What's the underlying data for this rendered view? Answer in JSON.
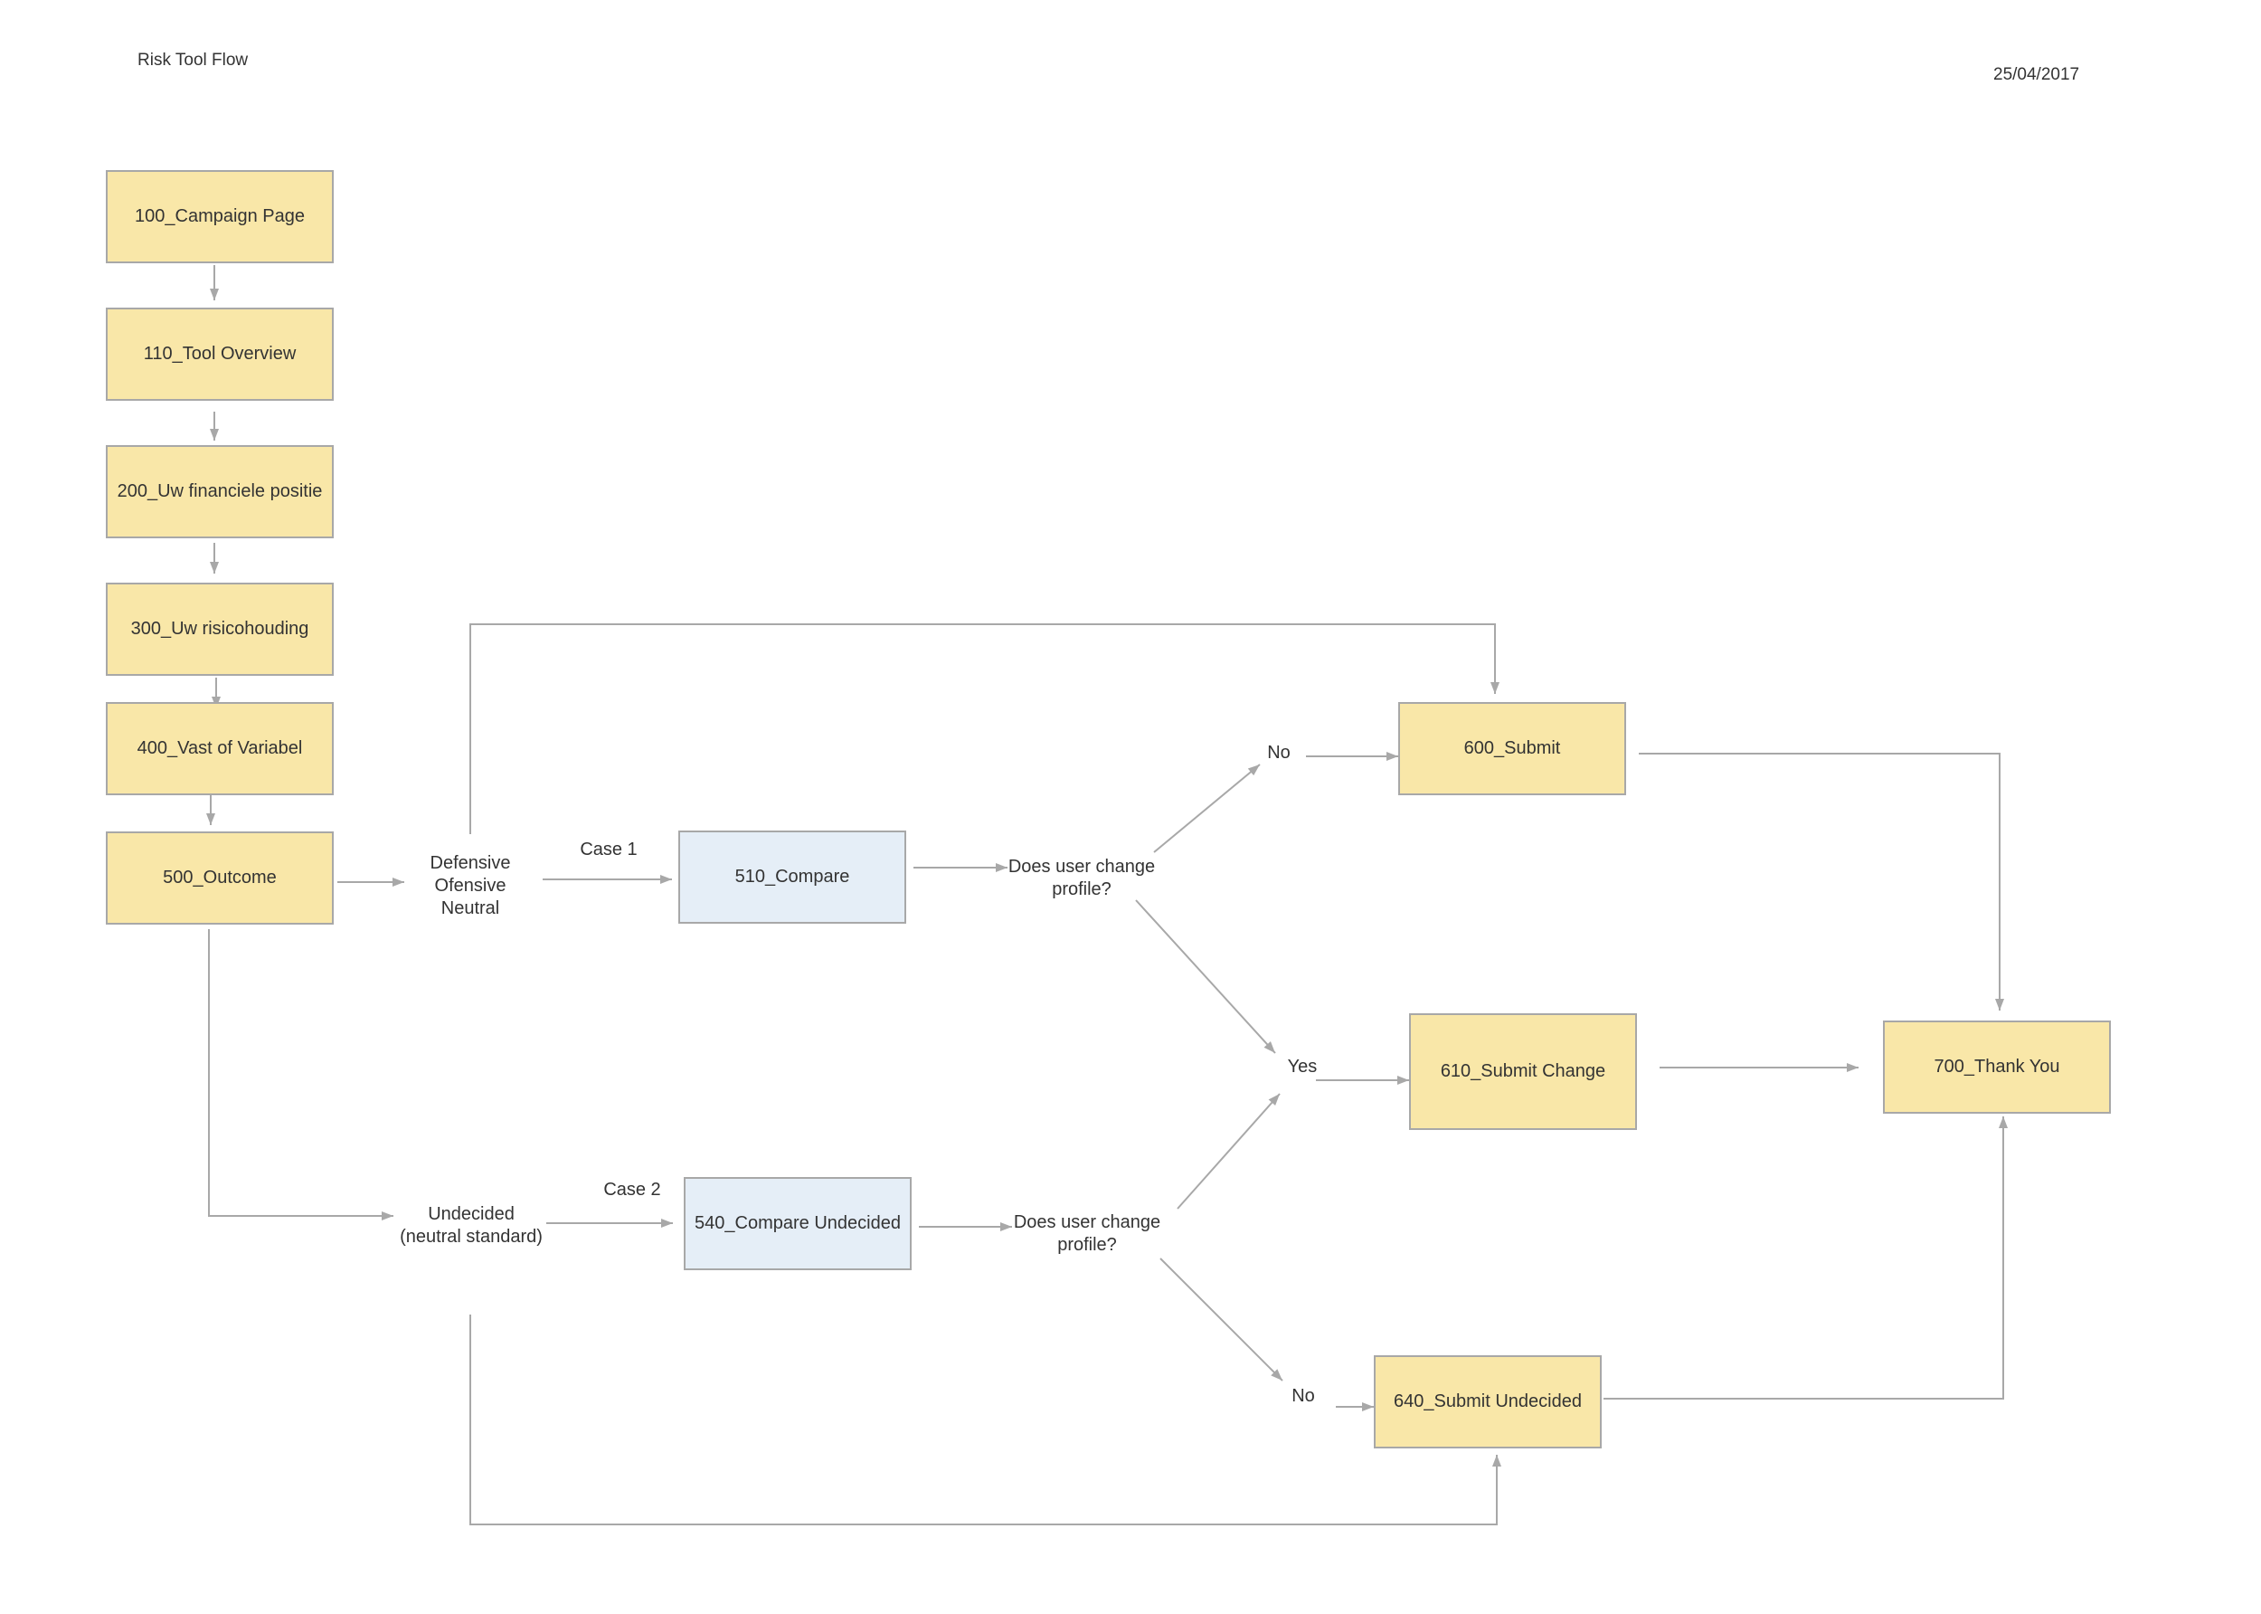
{
  "header": {
    "title": "Risk Tool Flow",
    "date": "25/04/2017"
  },
  "nodes": {
    "n100": "100_Campaign Page",
    "n110": "110_Tool Overview",
    "n200": "200_Uw financiele positie",
    "n300": "300_Uw risicohouding",
    "n400": "400_Vast of Variabel",
    "n500": "500_Outcome",
    "n510": "510_Compare",
    "n540": "540_Compare Undecided",
    "n600": "600_Submit",
    "n610": "610_Submit Change",
    "n640": "640_Submit Undecided",
    "n700": "700_Thank You"
  },
  "labels": {
    "profiles": [
      "Defensive",
      "Ofensive",
      "Neutral"
    ],
    "undecided": [
      "Undecided",
      "(neutral standard)"
    ],
    "case1": "Case 1",
    "case2": "Case 2",
    "question1": [
      "Does user change",
      "profile?"
    ],
    "question2": [
      "Does user change",
      "profile?"
    ],
    "no_top": "No",
    "yes": "Yes",
    "no_bottom": "No"
  },
  "colors": {
    "page_box_fill": "#f9e7a8",
    "compare_box_fill": "#e5eef7",
    "border": "#a8a8a8",
    "connector": "#a8a8a8",
    "text": "#333333"
  }
}
